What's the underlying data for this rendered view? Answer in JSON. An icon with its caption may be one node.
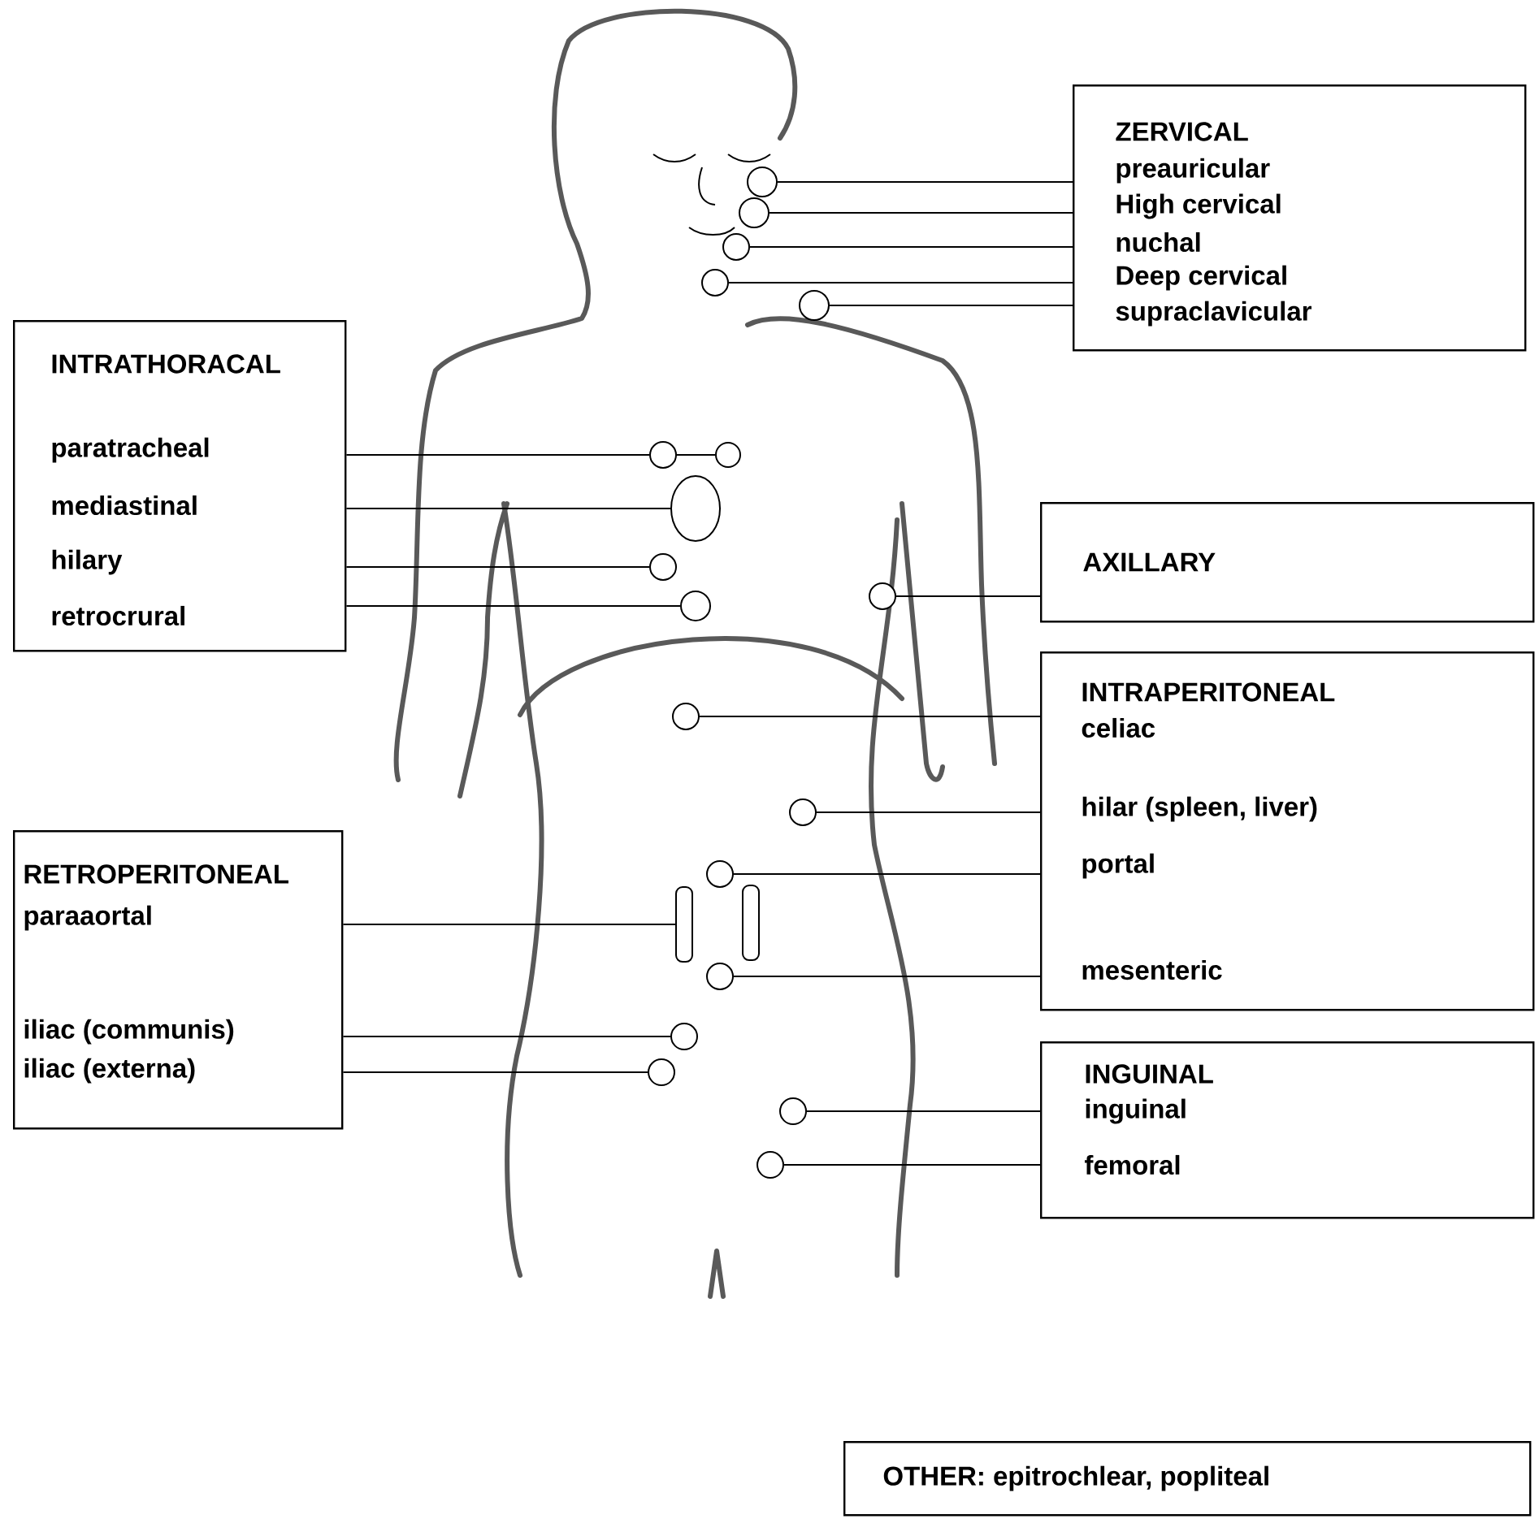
{
  "diagram": {
    "nodes": [
      {
        "text": [
          "ZERVICAL",
          "preauricular",
          "High cervical",
          "nuchal",
          "Deep cervical",
          "supraclavicular"
        ]
      },
      {
        "text": [
          "INTRATHORACAL",
          "paratracheal",
          "mediastinal",
          "hilary",
          "retrocrural"
        ]
      },
      {
        "text": [
          "AXILLARY"
        ]
      },
      {
        "text": [
          "INTRAPERITONEAL",
          "celiac",
          "hilar (spleen, liver)",
          "portal",
          "mesenteric"
        ]
      },
      {
        "text": [
          "RETROPERITONEAL",
          "paraaortal",
          "iliac (communis)",
          "iliac (externa)"
        ]
      },
      {
        "text": [
          "INGUINAL",
          "inguinal",
          "femoral"
        ]
      },
      {
        "text": [
          "OTHER: epitrochlear, popliteal"
        ]
      },
      {
        "text": [],
        "shape": "circle"
      },
      {
        "text": [],
        "shape": "circle"
      },
      {
        "text": [],
        "shape": "circle"
      },
      {
        "text": [],
        "shape": "circle"
      },
      {
        "text": [],
        "shape": "circle"
      },
      {
        "text": [],
        "shape": "circle"
      },
      {
        "text": [],
        "shape": "circle"
      },
      {
        "text": [],
        "shape": "ellipse"
      },
      {
        "text": [],
        "shape": "circle"
      },
      {
        "text": [],
        "shape": "circle"
      },
      {
        "text": [],
        "shape": "circle"
      },
      {
        "text": [],
        "shape": "circle"
      },
      {
        "text": [],
        "shape": "circle"
      },
      {
        "text": [],
        "shape": "circle"
      },
      {
        "text": [],
        "shape": "circle"
      },
      {
        "text": [],
        "shape": "bar"
      },
      {
        "text": [],
        "shape": "bar"
      },
      {
        "text": [],
        "shape": "circle"
      },
      {
        "text": [],
        "shape": "circle"
      },
      {
        "text": [],
        "shape": "circle"
      },
      {
        "text": [],
        "shape": "circle"
      }
    ],
    "edges": [
      {
        "from": 0,
        "to": 7,
        "arrow": "none"
      },
      {
        "from": 0,
        "to": 8,
        "arrow": "none"
      },
      {
        "from": 0,
        "to": 9,
        "arrow": "none"
      },
      {
        "from": 0,
        "to": 10,
        "arrow": "none"
      },
      {
        "from": 0,
        "to": 11,
        "arrow": "none"
      },
      {
        "from": 1,
        "to": 12,
        "arrow": "none"
      },
      {
        "from": 12,
        "to": 13,
        "arrow": "none"
      },
      {
        "from": 1,
        "to": 14,
        "arrow": "none"
      },
      {
        "from": 1,
        "to": 15,
        "arrow": "none"
      },
      {
        "from": 1,
        "to": 16,
        "arrow": "none"
      },
      {
        "from": 2,
        "to": 17,
        "arrow": "none"
      },
      {
        "from": 3,
        "to": 18,
        "arrow": "none"
      },
      {
        "from": 3,
        "to": 19,
        "arrow": "none"
      },
      {
        "from": 3,
        "to": 20,
        "arrow": "none"
      },
      {
        "from": 3,
        "to": 21,
        "arrow": "none"
      },
      {
        "from": 4,
        "to": 22,
        "arrow": "none"
      },
      {
        "from": 4,
        "to": 24,
        "arrow": "none"
      },
      {
        "from": 4,
        "to": 25,
        "arrow": "none"
      },
      {
        "from": 5,
        "to": 26,
        "arrow": "none"
      },
      {
        "from": 5,
        "to": 27,
        "arrow": "none"
      }
    ]
  }
}
